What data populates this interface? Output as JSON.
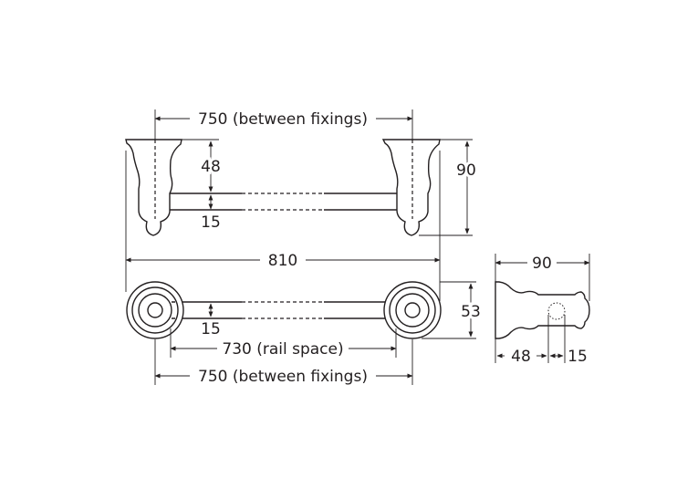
{
  "dimensions": {
    "top_between_fixings": "750 (between fixings)",
    "top_height_48": "48",
    "top_rail_15": "15",
    "top_total_height": "90",
    "overall_length": "810",
    "plan_rail_15": "15",
    "plan_depth": "53",
    "rail_space": "730 (rail space)",
    "bottom_between_fixings": "750 (between fixings)",
    "side_depth": "90",
    "side_48": "48",
    "side_15": "15"
  },
  "colors": {
    "line": "#231f20",
    "background": "#ffffff"
  }
}
